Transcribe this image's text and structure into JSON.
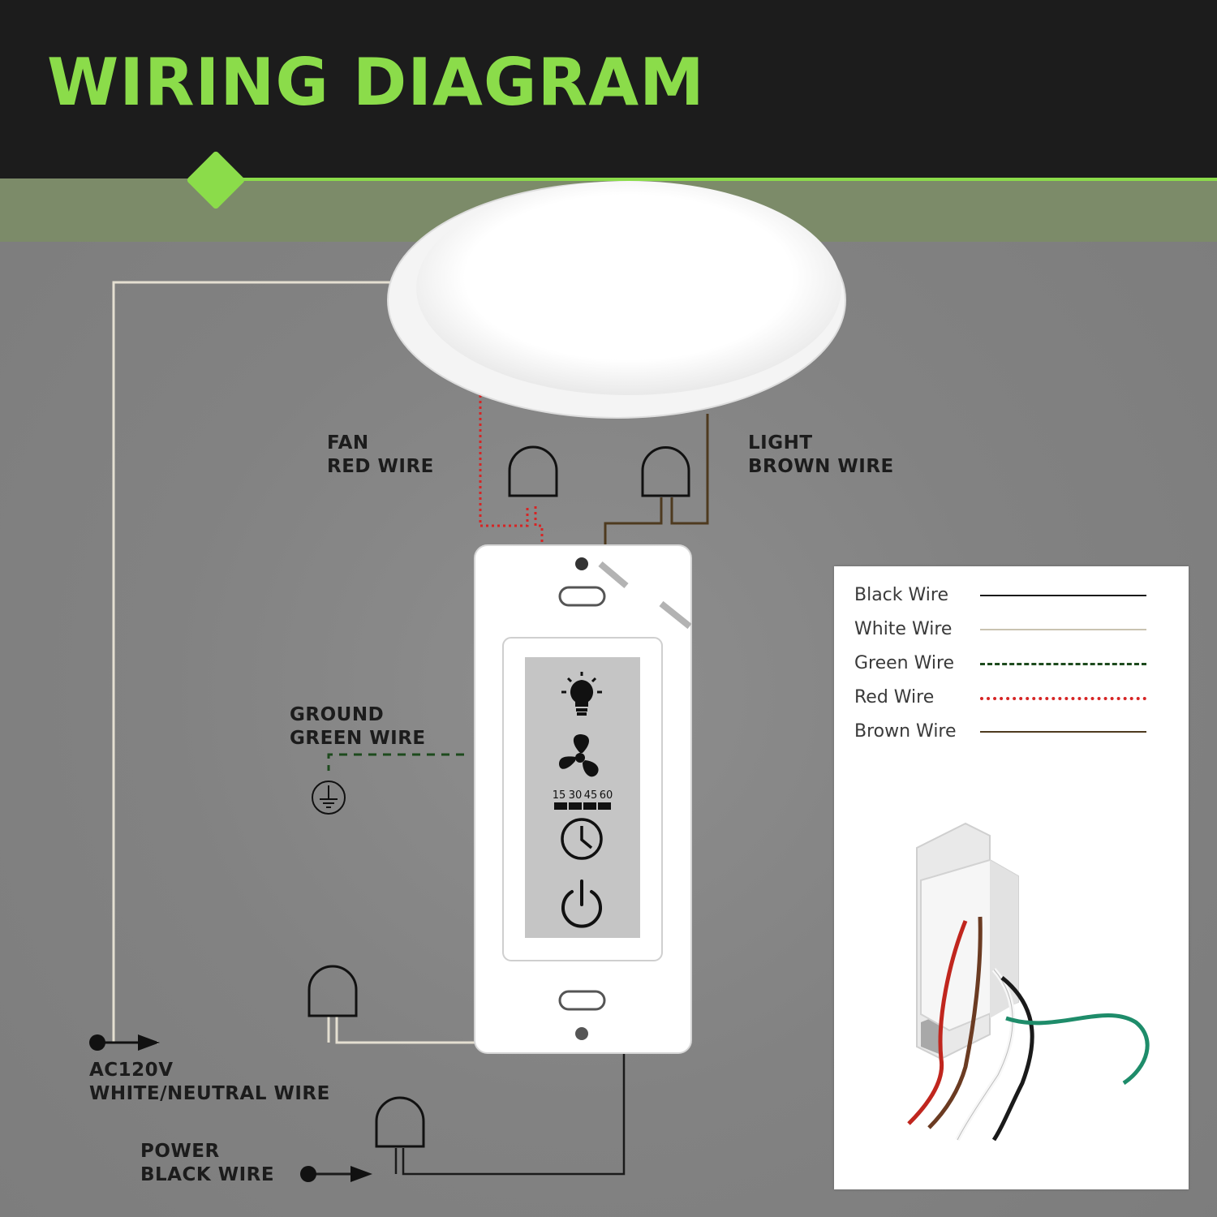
{
  "header": {
    "title": "WIRING DIAGRAM"
  },
  "labels": {
    "fan": [
      "FAN",
      "RED WIRE"
    ],
    "light": [
      "LIGHT",
      "BROWN WIRE"
    ],
    "ground": [
      "GROUND",
      "GREEN WIRE"
    ],
    "neutral": [
      "AC120V",
      "WHITE/NEUTRAL WIRE"
    ],
    "power": [
      "POWER",
      "BLACK WIRE"
    ]
  },
  "switch": {
    "timer_values": [
      "15",
      "30",
      "45",
      "60"
    ]
  },
  "legend": {
    "items": [
      {
        "label": "Black Wire",
        "color": "#1a1a1a",
        "style": "solid"
      },
      {
        "label": "White Wire",
        "color": "#c9c3b1",
        "style": "solid"
      },
      {
        "label": "Green Wire",
        "color": "#1d4a1d",
        "style": "dashed"
      },
      {
        "label": "Red Wire",
        "color": "#d62525",
        "style": "dotted"
      },
      {
        "label": "Brown Wire",
        "color": "#4e3a1f",
        "style": "solid"
      }
    ]
  },
  "colors": {
    "accent": "#8bdc4a",
    "header_bg": "#1c1c1c",
    "background": "#808080",
    "text_dark": "#1c1c1c"
  }
}
